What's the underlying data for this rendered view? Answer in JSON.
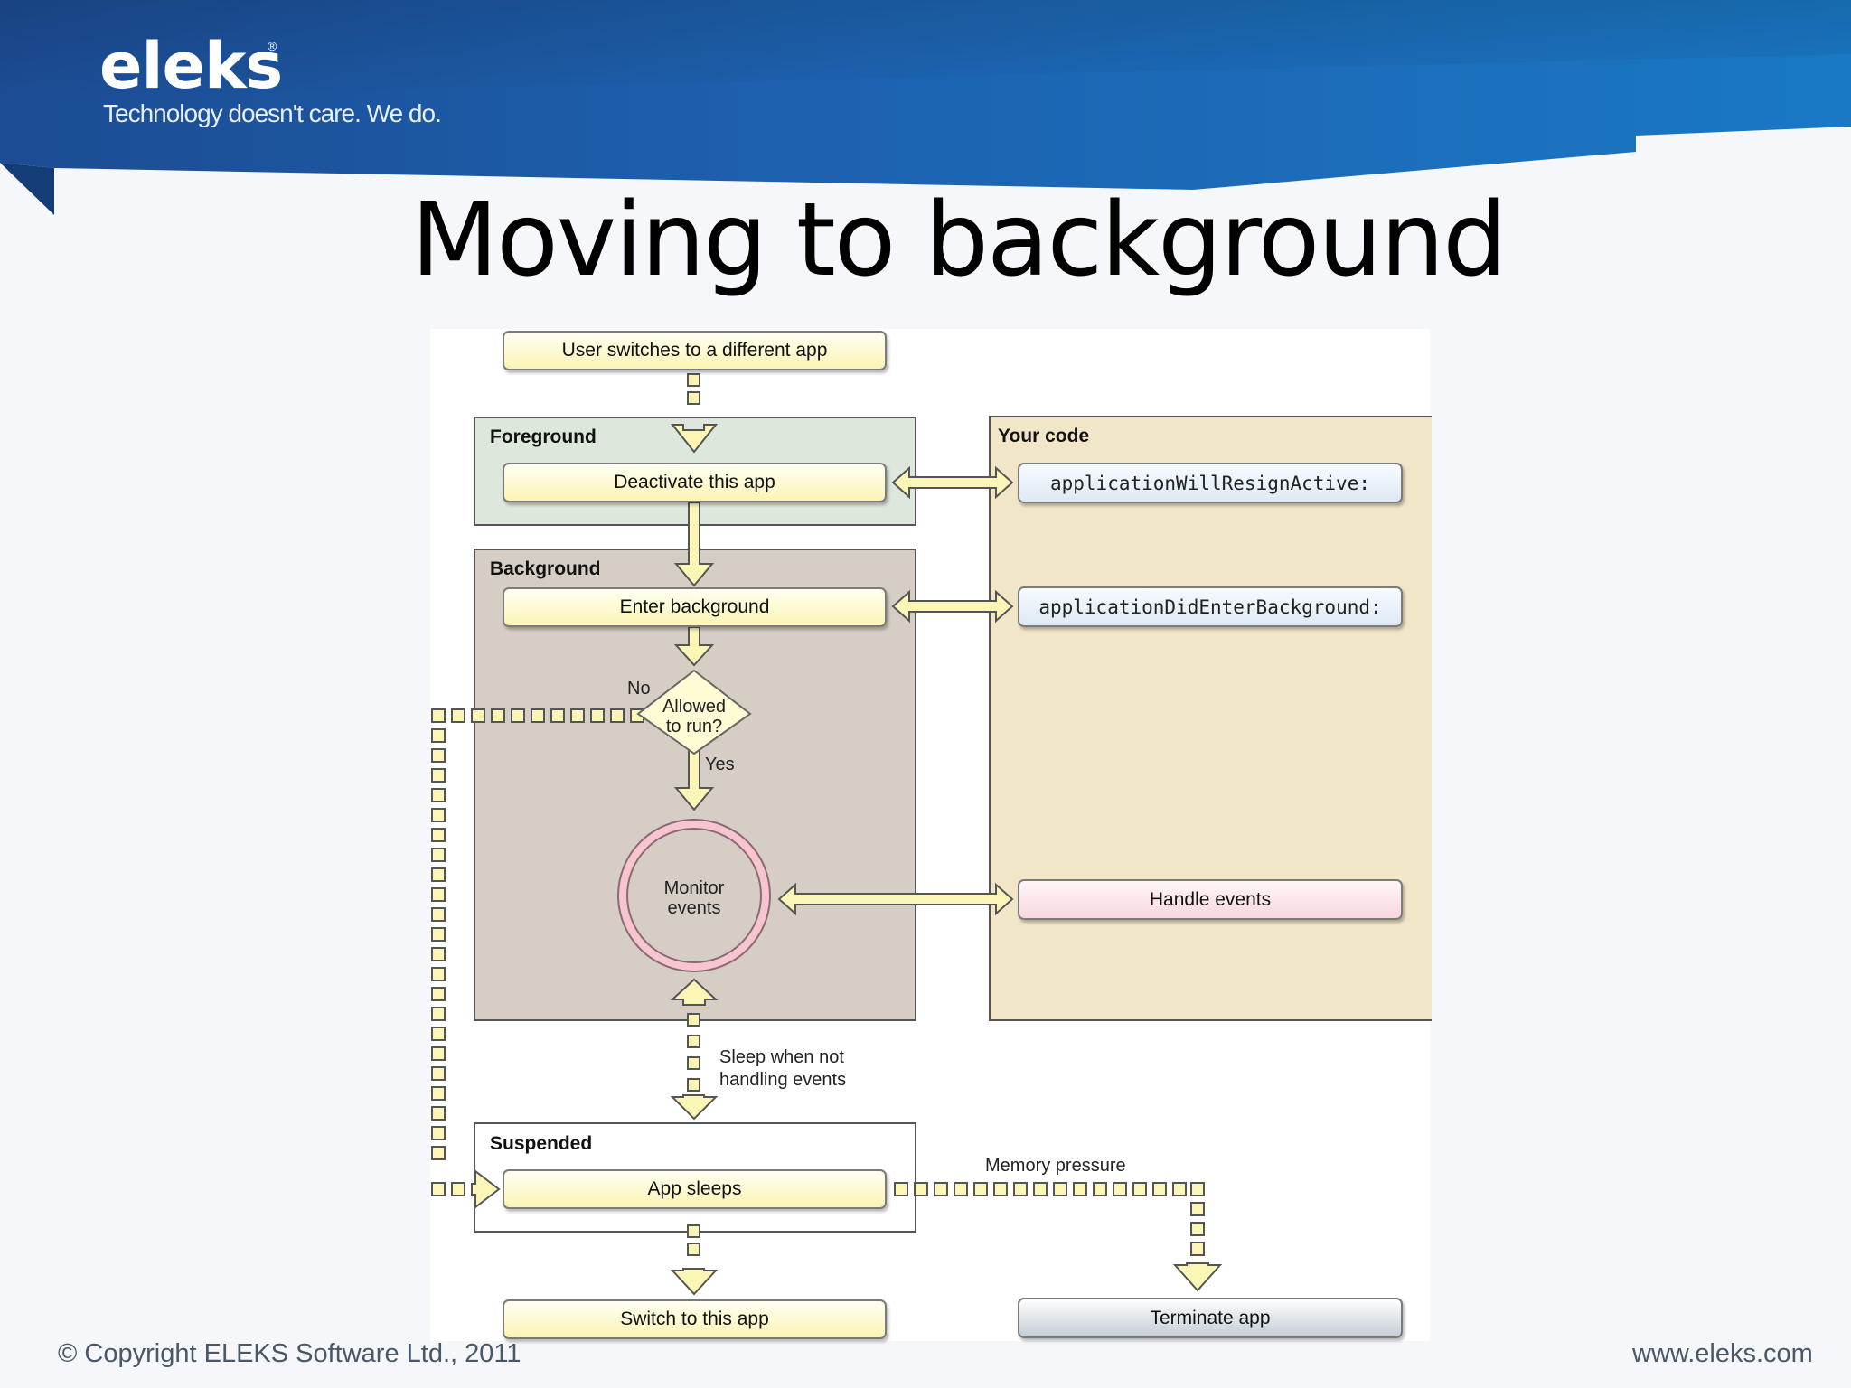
{
  "header": {
    "logo_word": "eleks",
    "logo_reg": "®",
    "tagline": "Technology doesn't care. We do."
  },
  "title": "Moving to background",
  "footer": {
    "copyright": "© Copyright ELEKS Software Ltd., 2011",
    "website": "www.eleks.com"
  },
  "diagram": {
    "regions": {
      "foreground": "Foreground",
      "background": "Background",
      "suspended": "Suspended",
      "your_code": "Your code"
    },
    "nodes": {
      "user_switches": "User switches to a different app",
      "deactivate": "Deactivate this app",
      "enter_background": "Enter background",
      "allowed_line1": "Allowed",
      "allowed_line2": "to run?",
      "monitor_line1": "Monitor",
      "monitor_line2": "events",
      "app_sleeps": "App sleeps",
      "switch_to": "Switch to this app",
      "will_resign": "applicationWillResignActive:",
      "did_enter": "applicationDidEnterBackground:",
      "handle_events": "Handle events",
      "terminate": "Terminate app"
    },
    "labels": {
      "no": "No",
      "yes": "Yes",
      "sleep_line1": "Sleep when not",
      "sleep_line2": "handling events",
      "memory_pressure": "Memory pressure"
    },
    "colors": {
      "foreground_fill": "#dde7dc",
      "background_fill": "#d6cec4",
      "your_code_fill": "#f2e6c8",
      "arrow_fill": "#fbf6b6",
      "header_blue": "#1f5fa8"
    }
  }
}
